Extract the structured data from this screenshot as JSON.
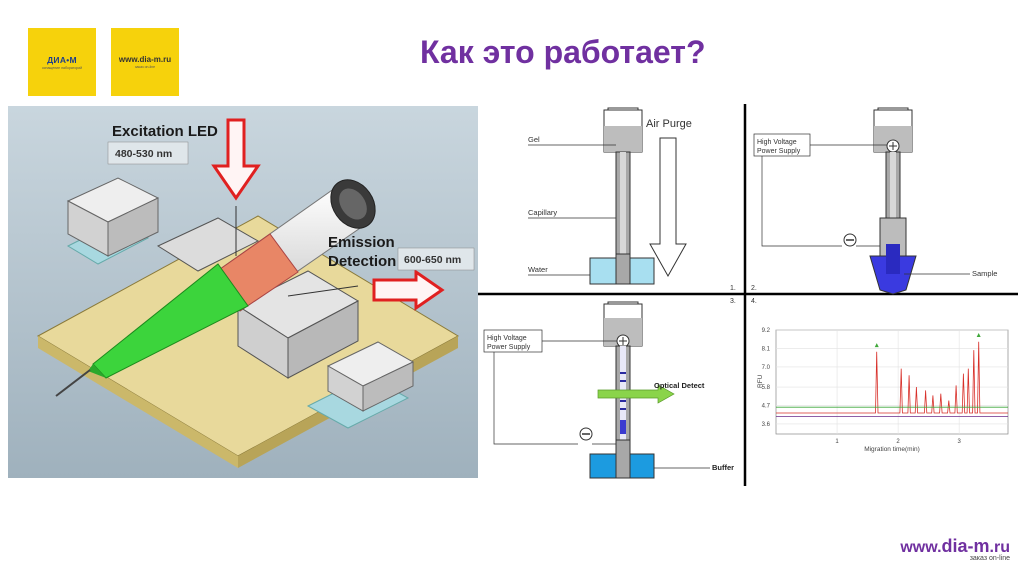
{
  "header": {
    "title": "Как это работает?",
    "logo1": {
      "main": "ДИА•М",
      "sub": "оснащение лабораторий"
    },
    "logo2": {
      "url": "www.dia-m.ru",
      "sub": "заказ on-line"
    }
  },
  "instrument_figure": {
    "excitation_label": "Excitation LED",
    "excitation_range": "480-530 nm",
    "emission_label_1": "Emission",
    "emission_label_2": "Detection",
    "emission_range": "600-650 nm"
  },
  "panels": {
    "p1": {
      "number": "1.",
      "gel": "Gel",
      "capillary": "Capillary",
      "water": "Water",
      "air_purge": "Air Purge"
    },
    "p2": {
      "number": "2.",
      "hv_1": "High Voltage",
      "hv_2": "Power Supply",
      "sample": "Sample"
    },
    "p3": {
      "number": "3.",
      "hv_1": "High Voltage",
      "hv_2": "Power Supply",
      "optical": "Optical Detect",
      "buffer": "Buffer"
    },
    "p4": {
      "number": "4."
    }
  },
  "chart_data": {
    "type": "line",
    "xlabel": "Migration time(min)",
    "ylabel": "RFU",
    "xlim": [
      0,
      3.8
    ],
    "ylim": [
      3.0,
      9.2
    ],
    "x_ticks": [
      "1",
      "2",
      "3"
    ],
    "y_ticks": [
      "9.2",
      "8.1",
      "7.0",
      "5.8",
      "4.7",
      "3.6"
    ],
    "series": [
      {
        "color": "#d8302a",
        "baseline": 4.25,
        "peaks": [
          {
            "x": 1.65,
            "y": 7.9
          },
          {
            "x": 2.05,
            "y": 6.9
          },
          {
            "x": 2.18,
            "y": 6.5
          },
          {
            "x": 2.3,
            "y": 5.8
          },
          {
            "x": 2.45,
            "y": 5.6
          },
          {
            "x": 2.57,
            "y": 5.3
          },
          {
            "x": 2.7,
            "y": 5.4
          },
          {
            "x": 2.83,
            "y": 5.0
          },
          {
            "x": 2.95,
            "y": 5.9
          },
          {
            "x": 3.07,
            "y": 6.6
          },
          {
            "x": 3.15,
            "y": 6.9
          },
          {
            "x": 3.24,
            "y": 8.0
          },
          {
            "x": 3.32,
            "y": 8.5
          }
        ]
      },
      {
        "color": "#3fa83a",
        "baseline": 4.6
      },
      {
        "color": "#6a2a8a",
        "baseline": 4.05
      }
    ],
    "markers": [
      {
        "x": 1.65,
        "y": 8.3
      },
      {
        "x": 3.32,
        "y": 8.9
      }
    ],
    "grid": true
  },
  "footer": {
    "url_prefix": "www.",
    "url_main": "dia-m",
    "url_suffix": ".ru",
    "tagline": "заказ on-line"
  }
}
